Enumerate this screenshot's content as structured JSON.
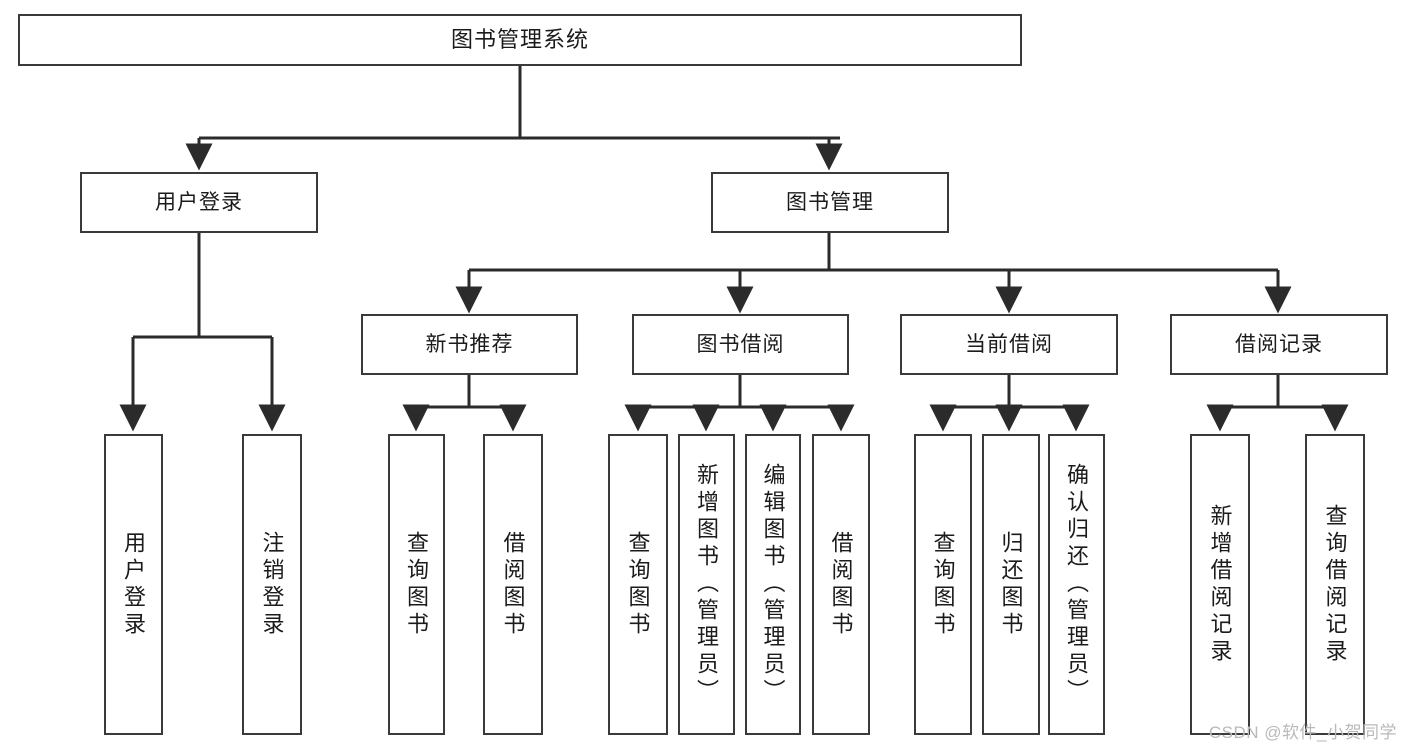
{
  "diagram": {
    "title": "图书管理系统",
    "type": "tree-hierarchy",
    "orientation": "top-down",
    "colors": {
      "box_border": "#3a3a3a",
      "box_fill": "#ffffff",
      "connector": "#2b2b2b",
      "text": "#1b1b1b",
      "watermark": "#b9b9b9",
      "background": "#ffffff"
    },
    "root": {
      "label": "图书管理系统"
    },
    "level2": [
      {
        "label": "用户登录"
      },
      {
        "label": "图书管理"
      }
    ],
    "level3": [
      {
        "label": "新书推荐"
      },
      {
        "label": "图书借阅"
      },
      {
        "label": "当前借阅"
      },
      {
        "label": "借阅记录"
      }
    ],
    "leaves": {
      "user_login": [
        {
          "label": "用户登录"
        },
        {
          "label": "注销登录"
        }
      ],
      "new_book_recommend": [
        {
          "label": "查询图书"
        },
        {
          "label": "借阅图书"
        }
      ],
      "book_borrow": [
        {
          "label": "查询图书"
        },
        {
          "label": "新增图书（管理员）"
        },
        {
          "label": "编辑图书（管理员）"
        },
        {
          "label": "借阅图书"
        }
      ],
      "current_borrow": [
        {
          "label": "查询图书"
        },
        {
          "label": "归还图书"
        },
        {
          "label": "确认归还（管理员）"
        }
      ],
      "borrow_record": [
        {
          "label": "新增借阅记录"
        },
        {
          "label": "查询借阅记录"
        }
      ]
    }
  },
  "watermark": {
    "text": "CSDN @软件_小贺同学"
  }
}
